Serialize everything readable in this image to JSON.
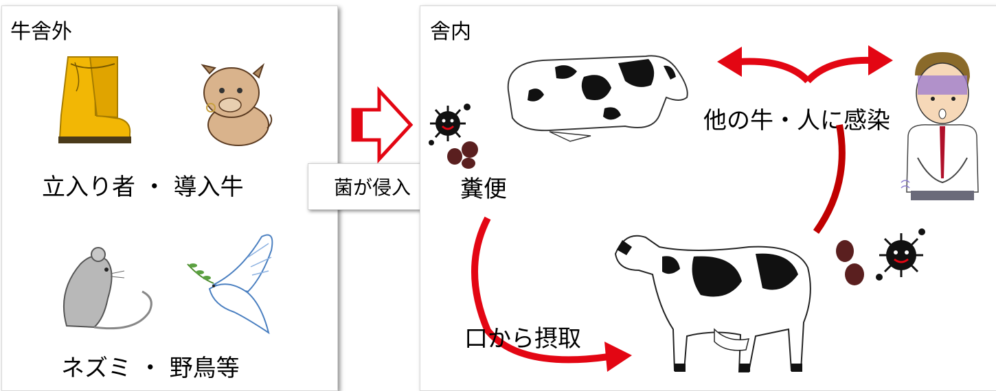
{
  "outside": {
    "title": "牛舎外",
    "caption_top": "立入り者 ・ 導入牛",
    "caption_bottom": "ネズミ ・ 野鳥等",
    "icons": [
      "boot-icon",
      "calf-icon",
      "rat-icon",
      "dove-icon"
    ]
  },
  "inside": {
    "title": "舎内",
    "feces_label": "糞便",
    "infection_label": "他の牛・人に感染",
    "ingestion_label": "口から摂取",
    "icons": [
      "lying-cow-icon",
      "standing-cow-icon",
      "sick-person-icon",
      "germ-icon",
      "feces-icon"
    ]
  },
  "invade_label": "菌が侵入",
  "colors": {
    "arrow_red": "#e30613",
    "arrow_dark": "#a80000",
    "boot_yellow": "#f2b705",
    "feces_brown": "#5a1f1f"
  }
}
